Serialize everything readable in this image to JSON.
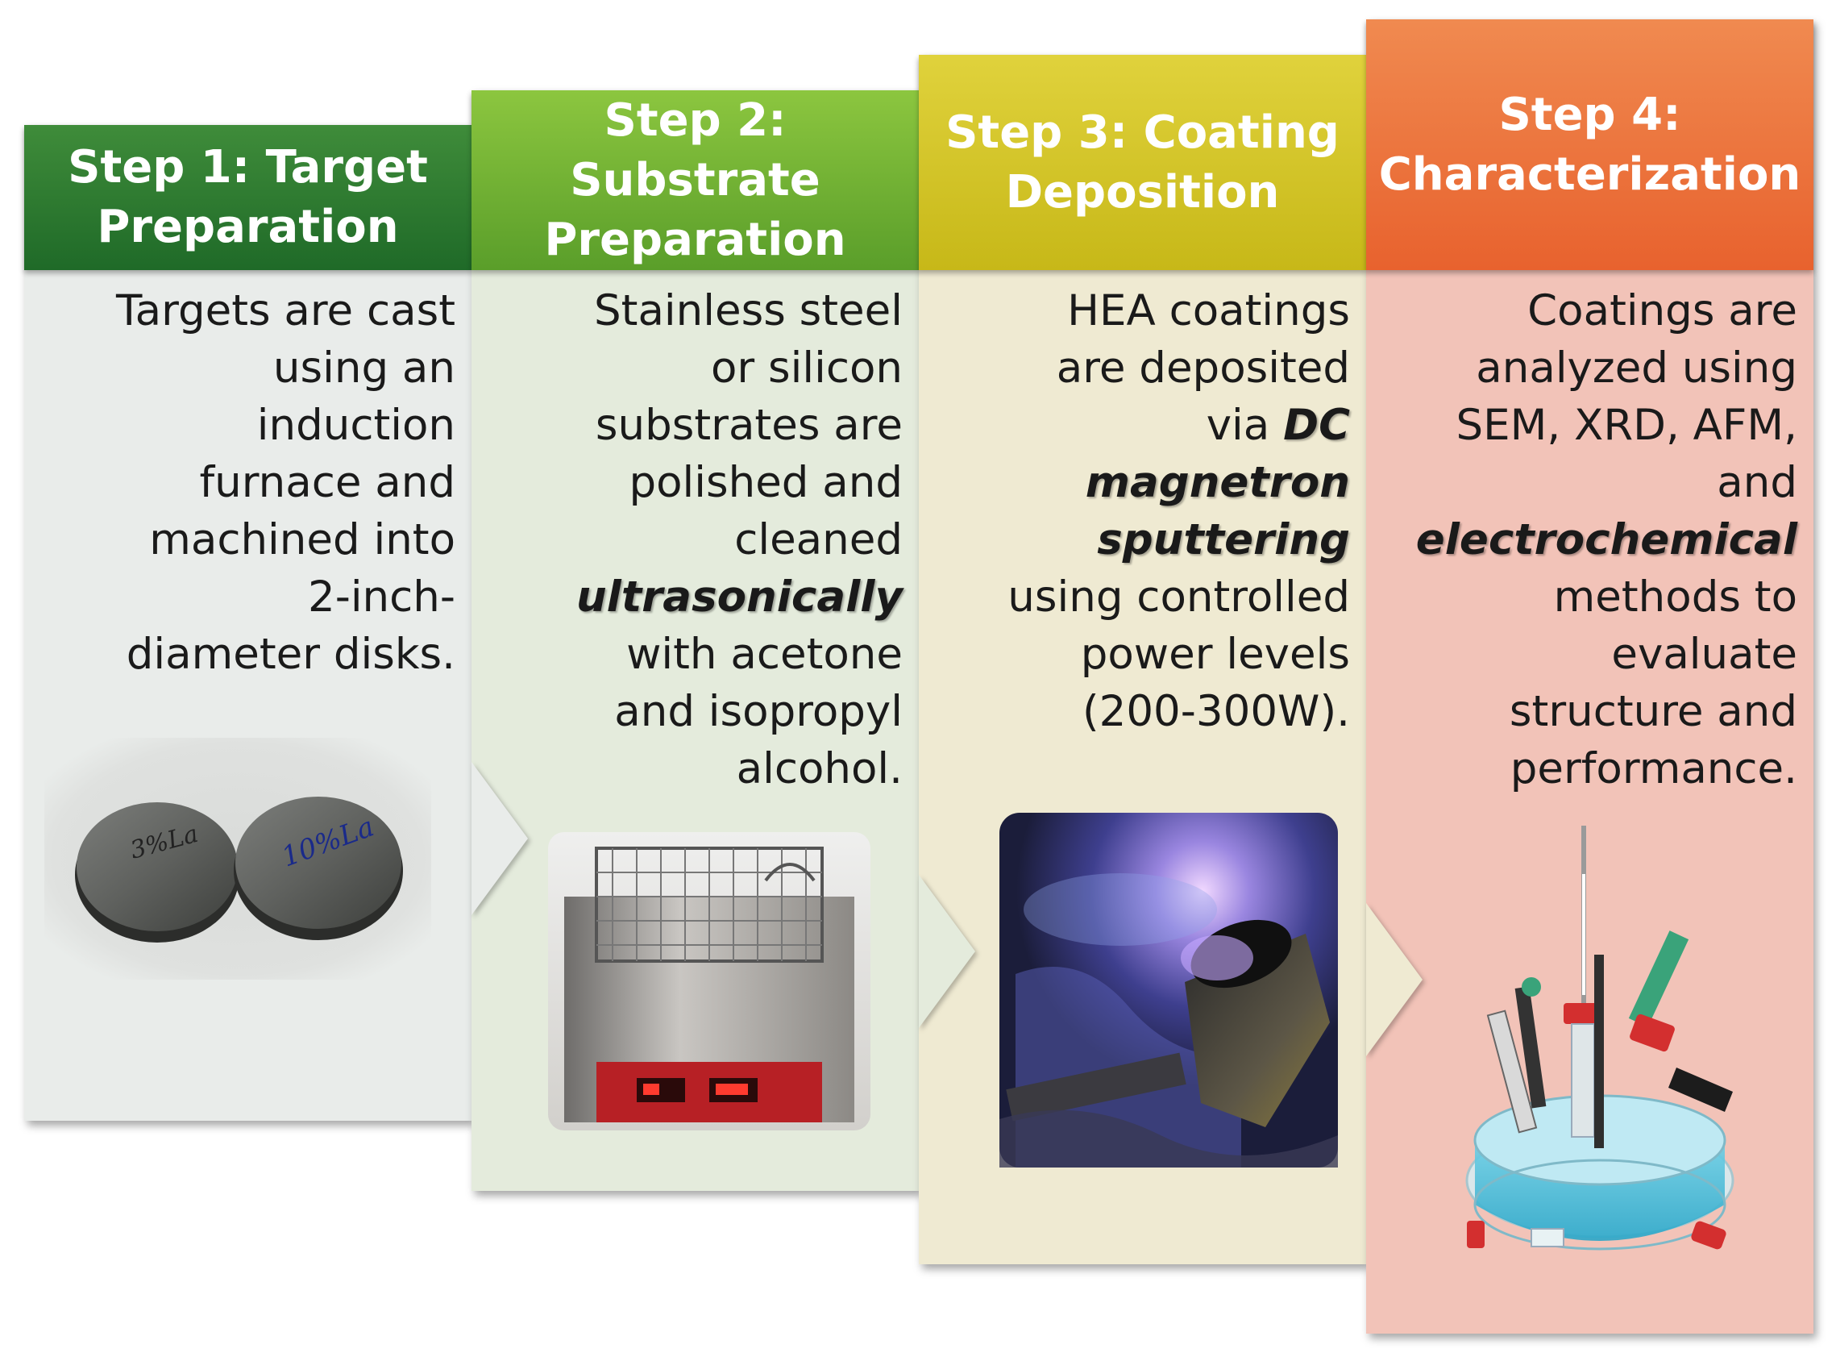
{
  "steps": [
    {
      "title_line1": "Step 1: Target",
      "title_line2": "Preparation",
      "description": [
        {
          "text": "Targets are cast"
        },
        {
          "text": "using an"
        },
        {
          "text": "induction"
        },
        {
          "text": "furnace and"
        },
        {
          "text": "machined into"
        },
        {
          "text": "2-inch-"
        },
        {
          "text": "diameter disks."
        }
      ],
      "disk_labels": [
        "3%La",
        "10%La"
      ]
    },
    {
      "title_line1": "Step 2: Substrate",
      "title_line2": "Preparation",
      "description": [
        {
          "text": "Stainless steel"
        },
        {
          "text": "or silicon"
        },
        {
          "text": "substrates are"
        },
        {
          "text": "polished and"
        },
        {
          "text": "cleaned"
        },
        {
          "text": "ultrasonically"
        },
        {
          "text": "with acetone"
        },
        {
          "text": "and isopropyl"
        },
        {
          "text": "alcohol."
        }
      ]
    },
    {
      "title_line1": "Step 3: Coating",
      "title_line2": "Deposition",
      "description": [
        {
          "text": "HEA coatings"
        },
        {
          "text": "are deposited"
        },
        {
          "text": "via ",
          "em": "DC"
        },
        {
          "em": "magnetron"
        },
        {
          "em": "sputtering"
        },
        {
          "text": "using controlled"
        },
        {
          "text": "power levels"
        },
        {
          "text": "(200-300W)."
        }
      ]
    },
    {
      "title_line1": "Step 4:",
      "title_line2": "Characterization",
      "description": [
        {
          "text": "Coatings are"
        },
        {
          "text": "analyzed using"
        },
        {
          "text": "SEM, XRD, AFM,"
        },
        {
          "text": "and"
        },
        {
          "em": "electrochemical"
        },
        {
          "text": "methods to"
        },
        {
          "text": "evaluate"
        },
        {
          "text": "structure and"
        },
        {
          "text": "performance."
        }
      ]
    }
  ],
  "colors": {
    "step1": {
      "header_top": "#3f8c3a",
      "header_bottom": "#1f6a28",
      "body": "#e9ecea"
    },
    "step2": {
      "header_top": "#8cc63f",
      "header_bottom": "#5a9e2a",
      "body": "#e4ebdc"
    },
    "step3": {
      "header_top": "#e0d23c",
      "header_bottom": "#c7b818",
      "body": "#efead2"
    },
    "step4": {
      "header_top": "#f08a50",
      "header_bottom": "#e8622e",
      "body": "#f2c3b8"
    }
  }
}
